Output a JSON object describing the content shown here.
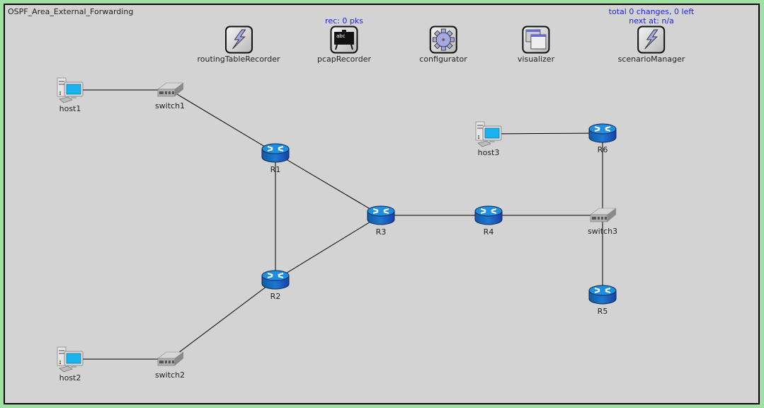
{
  "network": {
    "name": "OSPF_Area_External_Forwarding",
    "colors": {
      "outer_background": "#a0e0a0",
      "canvas_background": "#d3d3d3",
      "status_text": "#2020ee",
      "router_blue": "#1e6ec8",
      "link": "#000000"
    }
  },
  "modules": [
    {
      "id": "routingTableRecorder",
      "label": "routingTableRecorder",
      "icon": "lightning-icon",
      "status": []
    },
    {
      "id": "pcapRecorder",
      "label": "pcapRecorder",
      "icon": "blackboard-abc-icon",
      "status": [
        "rec: 0 pks"
      ]
    },
    {
      "id": "configurator",
      "label": "configurator",
      "icon": "gear-icon",
      "status": []
    },
    {
      "id": "visualizer",
      "label": "visualizer",
      "icon": "windows-icon",
      "status": []
    },
    {
      "id": "scenarioManager",
      "label": "scenarioManager",
      "icon": "lightning-icon",
      "status": [
        "total 0 changes, 0 left",
        "next at: n/a"
      ]
    }
  ],
  "nodes": [
    {
      "id": "host1",
      "label": "host1",
      "type": "host"
    },
    {
      "id": "switch1",
      "label": "switch1",
      "type": "switch"
    },
    {
      "id": "R1",
      "label": "R1",
      "type": "router"
    },
    {
      "id": "R2",
      "label": "R2",
      "type": "router"
    },
    {
      "id": "R3",
      "label": "R3",
      "type": "router"
    },
    {
      "id": "R4",
      "label": "R4",
      "type": "router"
    },
    {
      "id": "R5",
      "label": "R5",
      "type": "router"
    },
    {
      "id": "R6",
      "label": "R6",
      "type": "router"
    },
    {
      "id": "host2",
      "label": "host2",
      "type": "host"
    },
    {
      "id": "switch2",
      "label": "switch2",
      "type": "switch"
    },
    {
      "id": "host3",
      "label": "host3",
      "type": "host"
    },
    {
      "id": "switch3",
      "label": "switch3",
      "type": "switch"
    }
  ],
  "links": [
    [
      "host1",
      "switch1"
    ],
    [
      "switch1",
      "R1"
    ],
    [
      "R1",
      "R2"
    ],
    [
      "R1",
      "R3"
    ],
    [
      "R2",
      "R3"
    ],
    [
      "R2",
      "switch2"
    ],
    [
      "switch2",
      "host2"
    ],
    [
      "R3",
      "R4"
    ],
    [
      "R4",
      "switch3"
    ],
    [
      "switch3",
      "R6"
    ],
    [
      "switch3",
      "R5"
    ],
    [
      "R6",
      "host3"
    ]
  ]
}
